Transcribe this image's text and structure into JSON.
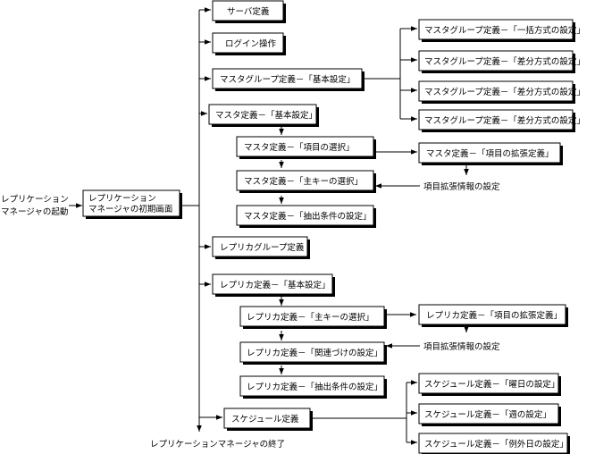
{
  "diagram": {
    "start_label": [
      "レプリケーション",
      "マネージャの起動"
    ],
    "end_label": "レプリケーションマネージャの終了",
    "initial_screen": [
      "レプリケーション",
      "マネージャの初期画面"
    ],
    "main_items": {
      "server_def": "サーバ定義",
      "login": "ログイン操作",
      "master_group_basic": "マスタグループ定義－「基本設定」",
      "master_basic": "マスタ定義－「基本設定」",
      "replica_group_def": "レプリカグループ定義",
      "replica_basic": "レプリカ定義－「基本設定」",
      "schedule_def": "スケジュール定義"
    },
    "master_group_children": [
      "マスタグループ定義－「一括方式の設定」",
      "マスタグループ定義－「差分方式の設定」",
      "マスタグループ定義－「差分方式の設定」",
      "マスタグループ定義－「差分方式の設定」"
    ],
    "master_children": {
      "item_select": "マスタ定義－「項目の選択」",
      "key_select": "マスタ定義－「主キーの選択」",
      "extract_condition": "マスタ定義－「抽出条件の設定」",
      "item_extension": "マスタ定義－「項目の拡張定義」",
      "extension_info": "項目拡張情報の設定"
    },
    "replica_children": {
      "key_select": "レプリカ定義－「主キーの選択」",
      "relation": "レプリカ定義－「関連づけの設定」",
      "extract_condition": "レプリカ定義－「抽出条件の設定」",
      "item_extension": "レプリカ定義－「項目の拡張定義」",
      "extension_info": "項目拡張情報の設定"
    },
    "schedule_children": [
      "スケジュール定義－「曜日の設定」",
      "スケジュール定義－「週の設定」",
      "スケジュール定義－「例外日の設定」"
    ]
  }
}
